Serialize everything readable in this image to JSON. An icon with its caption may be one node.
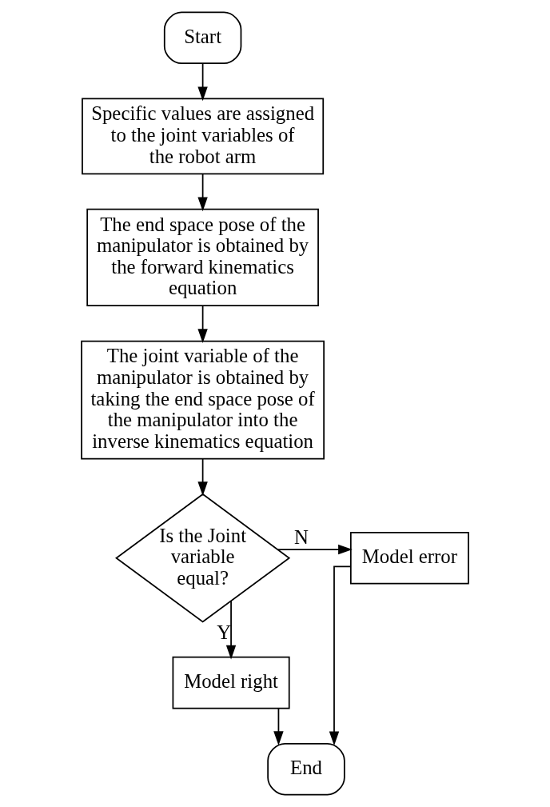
{
  "diagram": {
    "nodes": [
      {
        "text": [
          "Start"
        ]
      },
      {
        "text": [
          "Specific values are assigned to the joint variables of the robot arm"
        ]
      },
      {
        "text": [
          "The end space pose of the manipulator is obtained by the forward kinematics equation"
        ]
      },
      {
        "text": [
          "The joint variable of the manipulator is obtained by taking the end space pose of the manipulator into the inverse kinematics equation"
        ]
      },
      {
        "text": [
          "Is the Joint variable equal?"
        ]
      },
      {
        "text": [
          "Model error"
        ]
      },
      {
        "text": [
          "Model right"
        ]
      },
      {
        "text": [
          "End"
        ]
      }
    ],
    "edges": [
      {
        "from": 0,
        "to": 1,
        "arrow": "to"
      },
      {
        "from": 1,
        "to": 2,
        "arrow": "to"
      },
      {
        "from": 2,
        "to": 3,
        "arrow": "to"
      },
      {
        "from": 3,
        "to": 4,
        "arrow": "to"
      },
      {
        "from": 4,
        "to": 5,
        "arrow": "to",
        "label": "N"
      },
      {
        "from": 4,
        "to": 6,
        "arrow": "to",
        "label": "Y"
      },
      {
        "from": 6,
        "to": 7,
        "arrow": "to"
      },
      {
        "from": 5,
        "to": 7,
        "arrow": "to"
      }
    ]
  }
}
